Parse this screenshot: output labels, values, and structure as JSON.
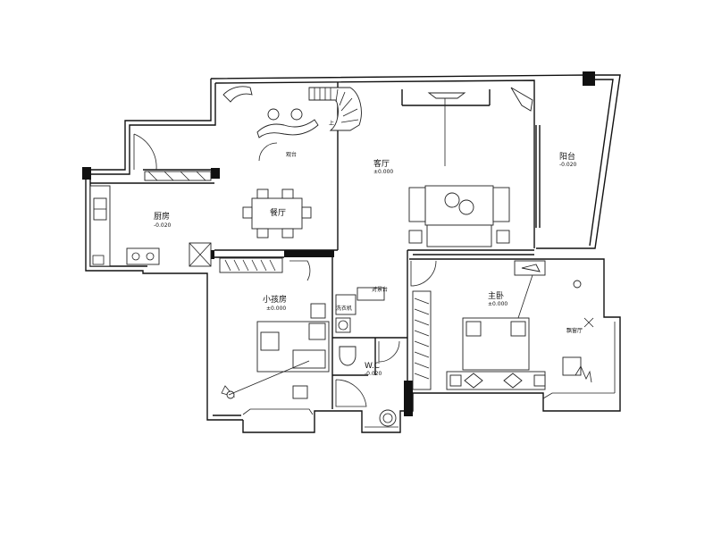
{
  "rooms": {
    "living": {
      "name": "客厅",
      "level": "±0.000"
    },
    "dining": {
      "name": "餐厅"
    },
    "kitchen": {
      "name": "厨房",
      "level": "-0.020"
    },
    "balcony": {
      "name": "阳台",
      "level": "-0.020"
    },
    "kids": {
      "name": "小孩房",
      "level": "±0.000"
    },
    "master": {
      "name": "主卧",
      "level": "±0.000"
    },
    "wc": {
      "name": "W.C",
      "level": "-0.020"
    },
    "platform": {
      "name": "观台"
    }
  },
  "fixtures": {
    "vanity": "对景台",
    "washer": "洗衣机",
    "bay": "飘窗厅",
    "stair_up": "上"
  }
}
